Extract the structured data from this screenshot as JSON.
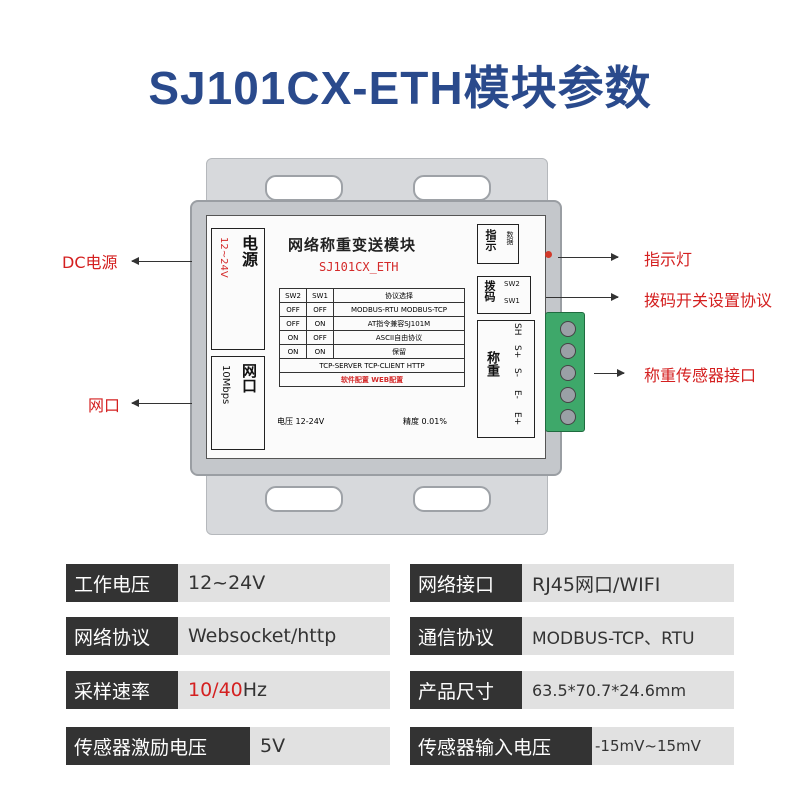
{
  "title": "SJ101CX-ETH模块参数",
  "device_label": {
    "power_tag": "电源",
    "power_voltage": "12~24V",
    "port_tag": "网口",
    "port_speed": "10Mbps",
    "name": "网络称重变送模块",
    "model": "SJ101CX_ETH",
    "indicator_tag": "指示",
    "indicator_sub": "数据",
    "dip_tag": "拨码",
    "sw2": "SW2",
    "sw1": "SW1",
    "weigh_tag": "称重",
    "pins": [
      "SH",
      "S+",
      "S-",
      "E-",
      "E+"
    ],
    "table_header": [
      "SW2",
      "SW1",
      "协议选择"
    ],
    "table_rows": [
      [
        "OFF",
        "OFF",
        "MODBUS-RTU  MODBUS-TCP"
      ],
      [
        "OFF",
        "ON",
        "AT指令兼容SJ101M"
      ],
      [
        "ON",
        "OFF",
        "ASCII自由协议"
      ],
      [
        "ON",
        "ON",
        "保留"
      ]
    ],
    "modes": "TCP-SERVER  TCP-CLIENT  HTTP",
    "config": "软件配置  WEB配置",
    "voltage_text": "电压  12-24V",
    "precision_text": "精度  0.01%"
  },
  "annotations": {
    "dc_power": "DC电源",
    "net_port": "网口",
    "indicator": "指示灯",
    "dip_switch": "拨码开关设置协议",
    "sensor_port": "称重传感器接口"
  },
  "specs": {
    "working_voltage": {
      "label": "工作电压",
      "value": "12~24V"
    },
    "network_interface": {
      "label": "网络接口",
      "value": "RJ45网口/WIFI"
    },
    "network_protocol": {
      "label": "网络协议",
      "value": "Websocket/http"
    },
    "comm_protocol": {
      "label": "通信协议",
      "value": "MODBUS-TCP、RTU"
    },
    "sampling_rate": {
      "label": "采样速率",
      "value_highlight": "10/40",
      "value_unit": "Hz"
    },
    "product_size": {
      "label": "产品尺寸",
      "value": "63.5*70.7*24.6mm"
    },
    "excitation_voltage": {
      "label": "传感器激励电压",
      "value": "5V"
    },
    "input_voltage": {
      "label": "传感器输入电压",
      "value": "-15mV~15mV"
    }
  },
  "colors": {
    "title": "#2a4a8c",
    "annotation": "#d42020",
    "spec_key_bg": "#333333",
    "spec_value_bg": "#e1e1e1",
    "terminal": "#3ea86a"
  }
}
